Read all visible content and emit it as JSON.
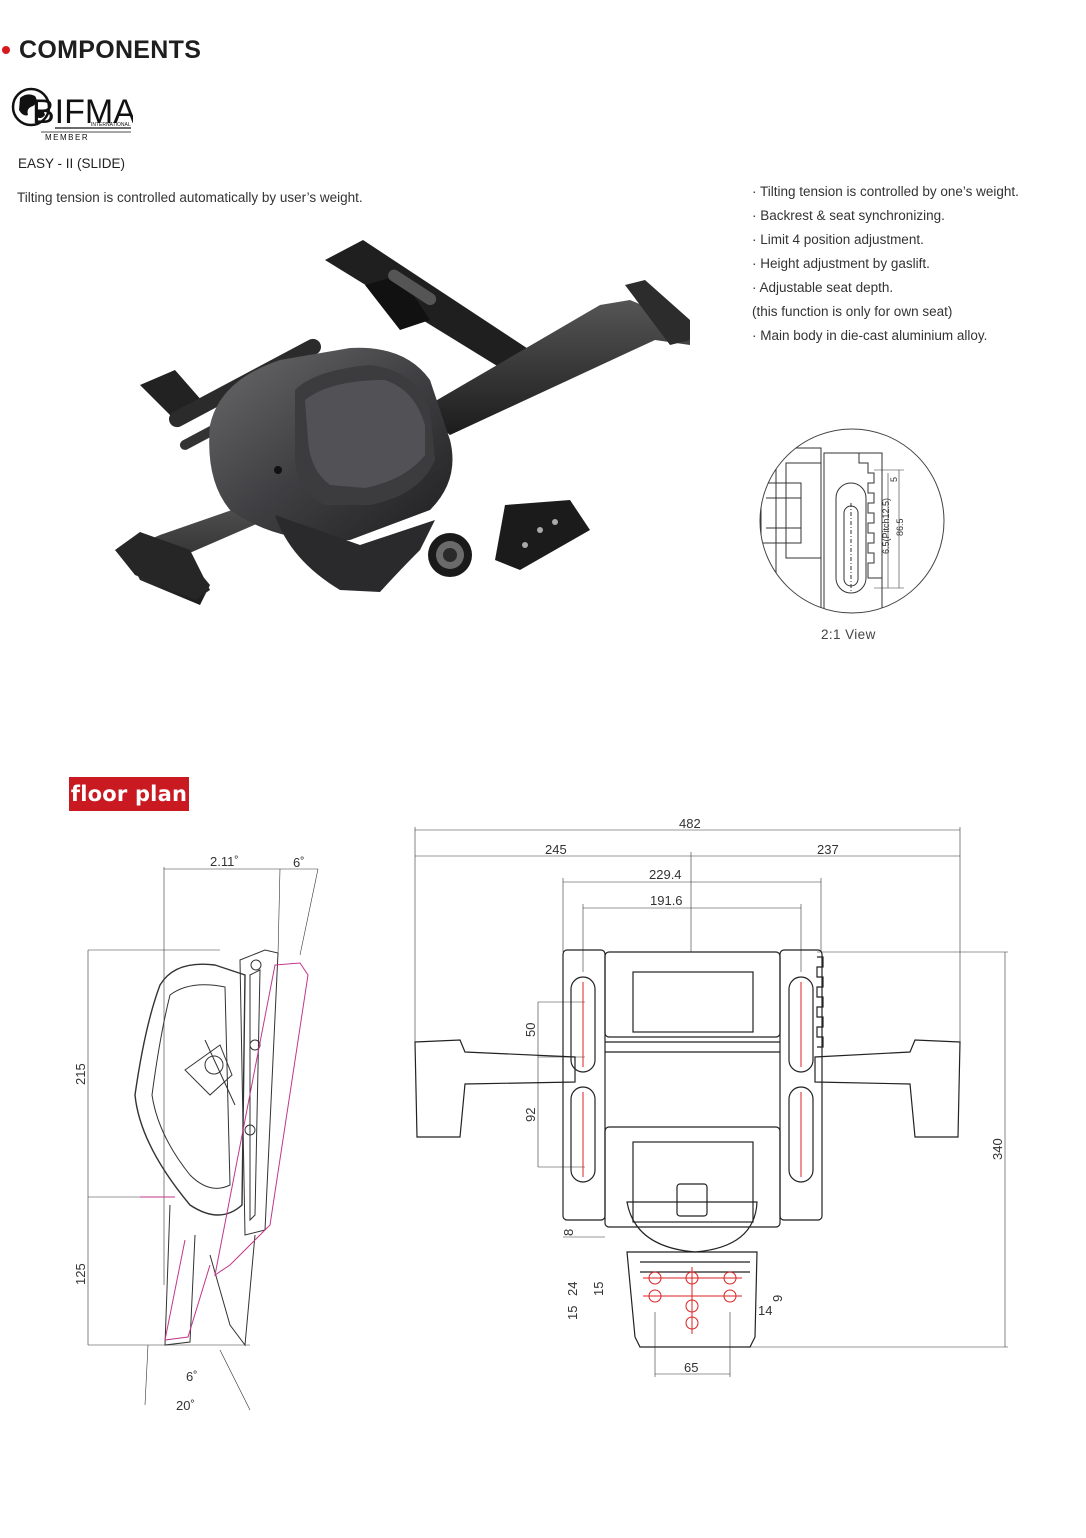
{
  "header": {
    "title": "COMPONENTS",
    "accent": "#d7191f"
  },
  "logo": {
    "text": "BIFMA",
    "subtext": "INTERNATIONAL",
    "member": "MEMBER"
  },
  "product": {
    "model": "EASY - II (SLIDE)",
    "description": "Tilting tension is controlled automatically by user’s weight.",
    "features": [
      "· Tilting tension is controlled by one’s weight.",
      "· Backrest & seat synchronizing.",
      "· Limit 4 position adjustment.",
      "· Height adjustment by gaslift.",
      "· Adjustable seat depth.",
      "(this function is only for own seat)",
      "· Main body in die-cast aluminium alloy."
    ]
  },
  "detail_view": {
    "caption": "2:1 View",
    "dims": {
      "d5": "5",
      "pitch": "6.5(Pitch12.5)",
      "d865": "86.5"
    }
  },
  "floor_plan": {
    "label": "floor plan",
    "badge_color": "#c91a22",
    "side": {
      "angle_top_a": "2.11˚",
      "angle_top_b": "6˚",
      "height_upper": "215",
      "height_lower": "125",
      "angle_bottom_a": "6˚",
      "angle_bottom_b": "20˚"
    },
    "plan": {
      "overall_width": "482",
      "left_width": "245",
      "right_width": "237",
      "inner_width_a": "229.4",
      "inner_width_b": "191.6",
      "slot_upper": "50",
      "slot_lower": "92",
      "overall_depth": "340",
      "edge_gap": "8",
      "hole_a": "15",
      "hole_b": "24",
      "hole_c": "15",
      "hole_d": "9",
      "hole_e": "14",
      "hole_spacing": "65"
    }
  }
}
